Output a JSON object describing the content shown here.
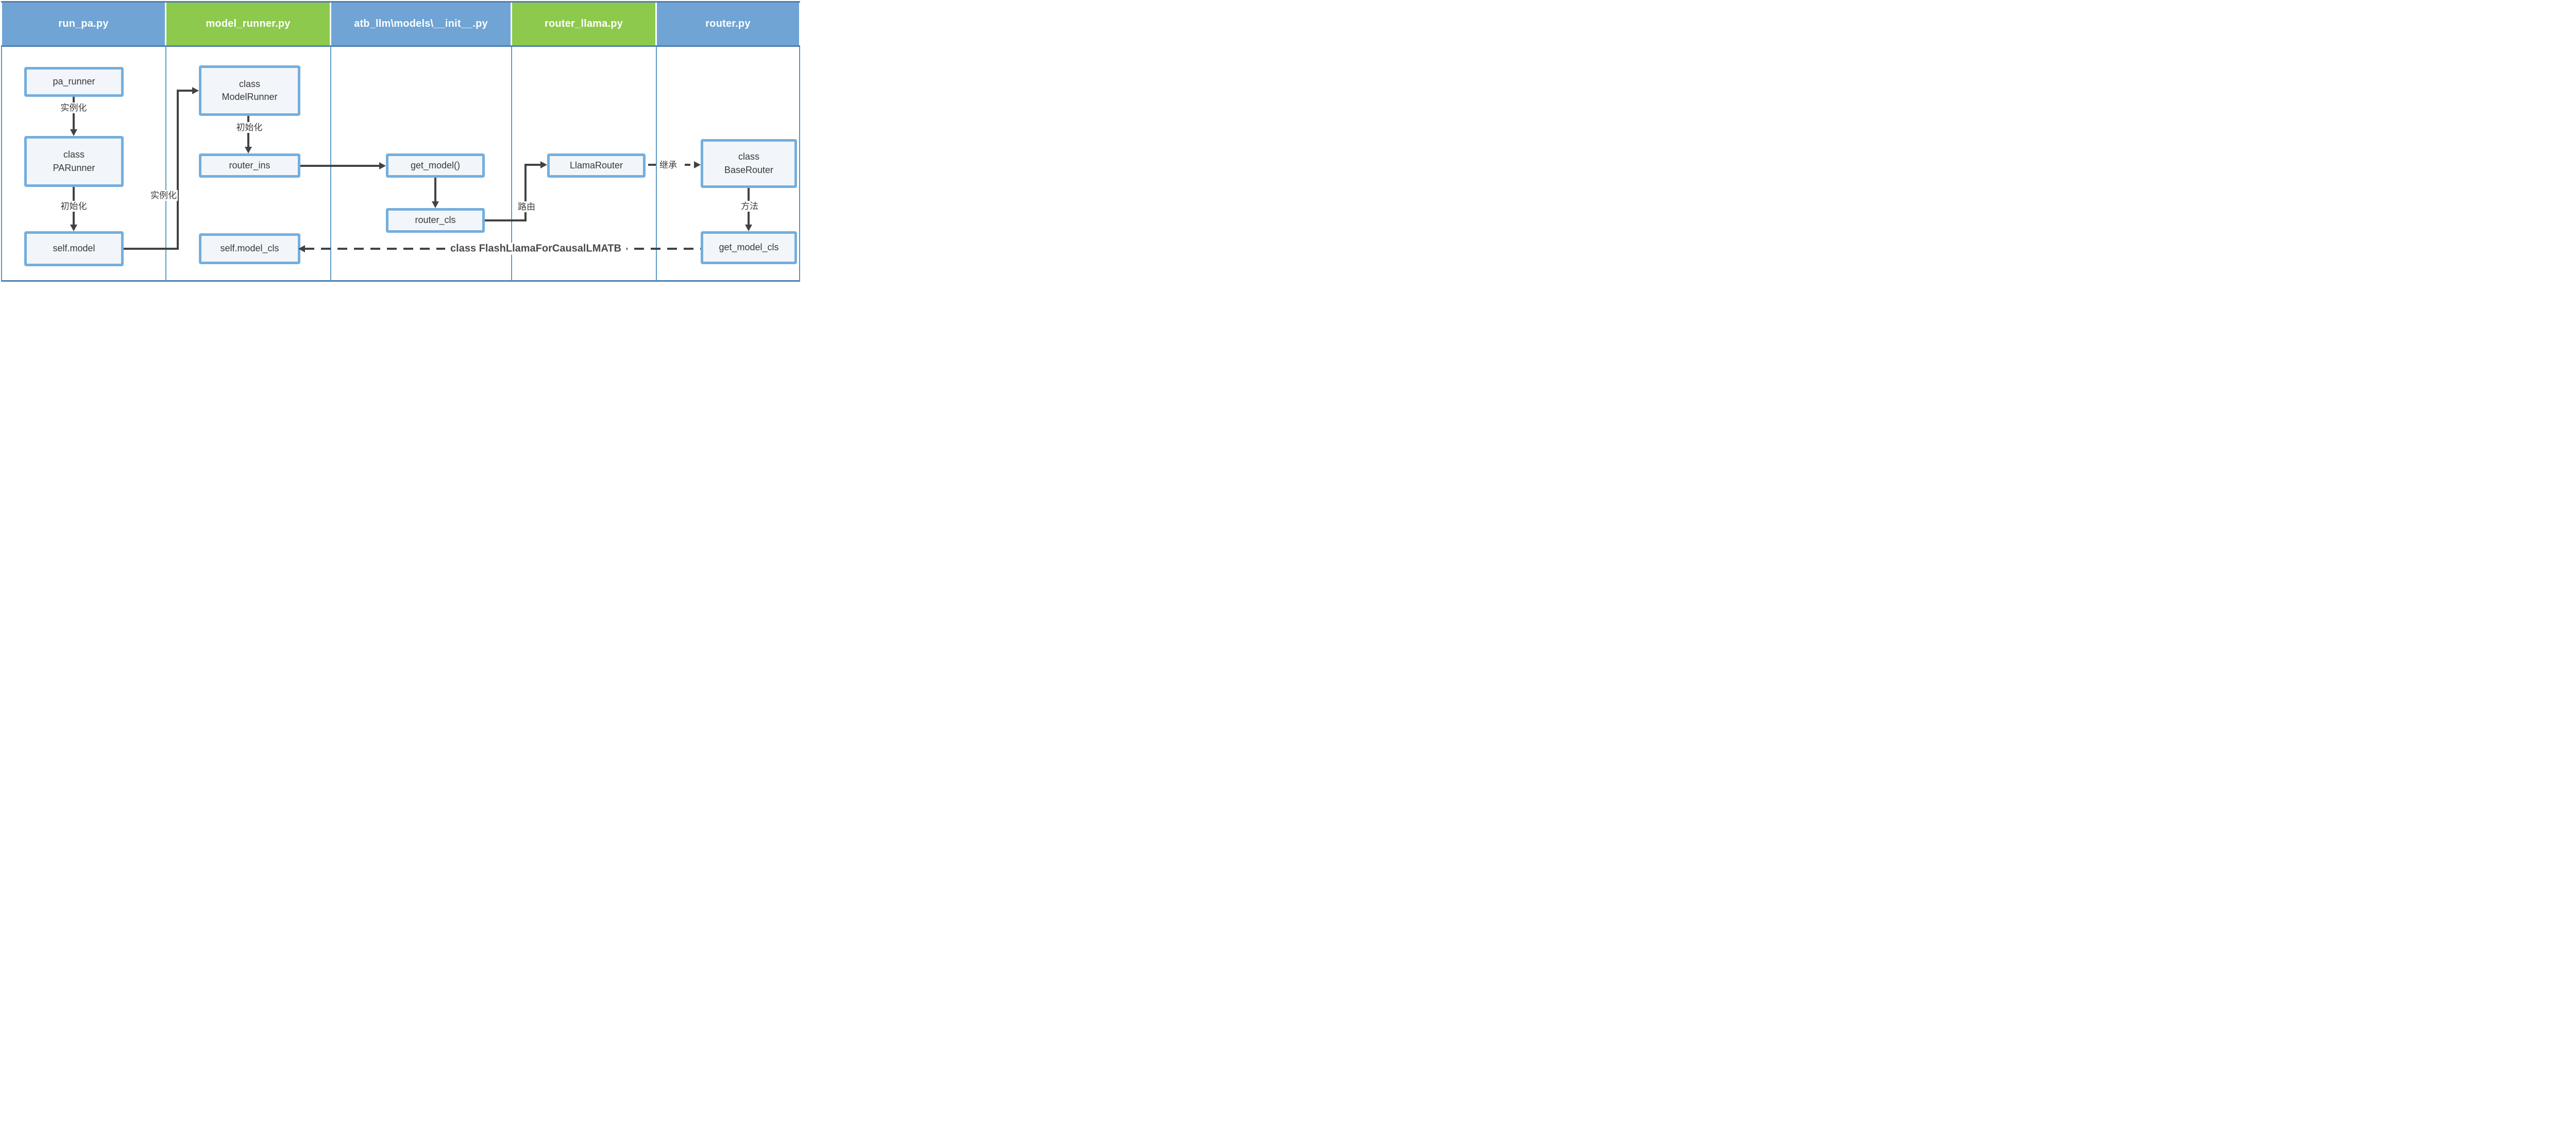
{
  "header": {
    "columns": [
      {
        "label": "run_pa.py",
        "color_key": "header_blue"
      },
      {
        "label": "model_runner.py",
        "color_key": "header_green"
      },
      {
        "label": "atb_llm\\models\\__init__.py",
        "color_key": "header_blue"
      },
      {
        "label": "router_llama.py",
        "color_key": "header_green"
      },
      {
        "label": "router.py",
        "color_key": "header_blue"
      }
    ]
  },
  "nodes": {
    "pa_runner": {
      "label": "pa_runner"
    },
    "class_parunner": {
      "line1": "class",
      "line2": "PARunner"
    },
    "self_model": {
      "label": "self.model"
    },
    "class_modelrunner": {
      "line1": "class",
      "line2": "ModelRunner"
    },
    "router_ins": {
      "label": "router_ins"
    },
    "self_model_cls": {
      "label": "self.model_cls"
    },
    "get_model": {
      "label": "get_model()"
    },
    "router_cls": {
      "label": "router_cls"
    },
    "llama_router": {
      "label": "LlamaRouter"
    },
    "class_baserouter": {
      "line1": "class",
      "line2": "BaseRouter"
    },
    "get_model_cls": {
      "label": "get_model_cls"
    }
  },
  "edge_labels": {
    "instantiate_pa": "实例化",
    "initialize_pa": "初始化",
    "instantiate_model": "实例化",
    "initialize_model": "初始化",
    "route": "路由",
    "inherit": "继承",
    "method": "方法",
    "flash_llama_class": "class FlashLlamaForCausalLMATB"
  },
  "colors": {
    "header_blue": "#6FA4D4",
    "header_green": "#8DC94C",
    "frame_bar": "#4E81B0",
    "frame_side": "#5B92C0",
    "column_divider": "#5E9BC6",
    "node_border": "#74AEDD",
    "node_fill": "#F2F6FA",
    "arrow": "#424242",
    "header_text": "#FFFFFF",
    "node_text": "#383838"
  }
}
